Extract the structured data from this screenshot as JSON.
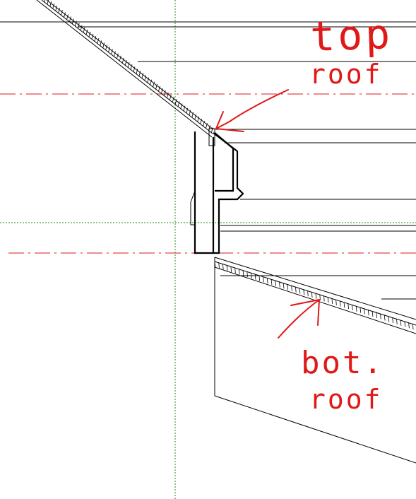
{
  "canvas": {
    "background": "#ffffff",
    "line_color": "#000000",
    "guide_color": "#1c8a1c",
    "markup_color": "#e01818"
  },
  "annotations": [
    {
      "id": "top-roof",
      "lines": [
        "top",
        "roof"
      ],
      "style": "hand-drawn"
    },
    {
      "id": "bot-roof",
      "lines": [
        "bot.",
        "roof"
      ],
      "style": "hand-drawn"
    }
  ]
}
